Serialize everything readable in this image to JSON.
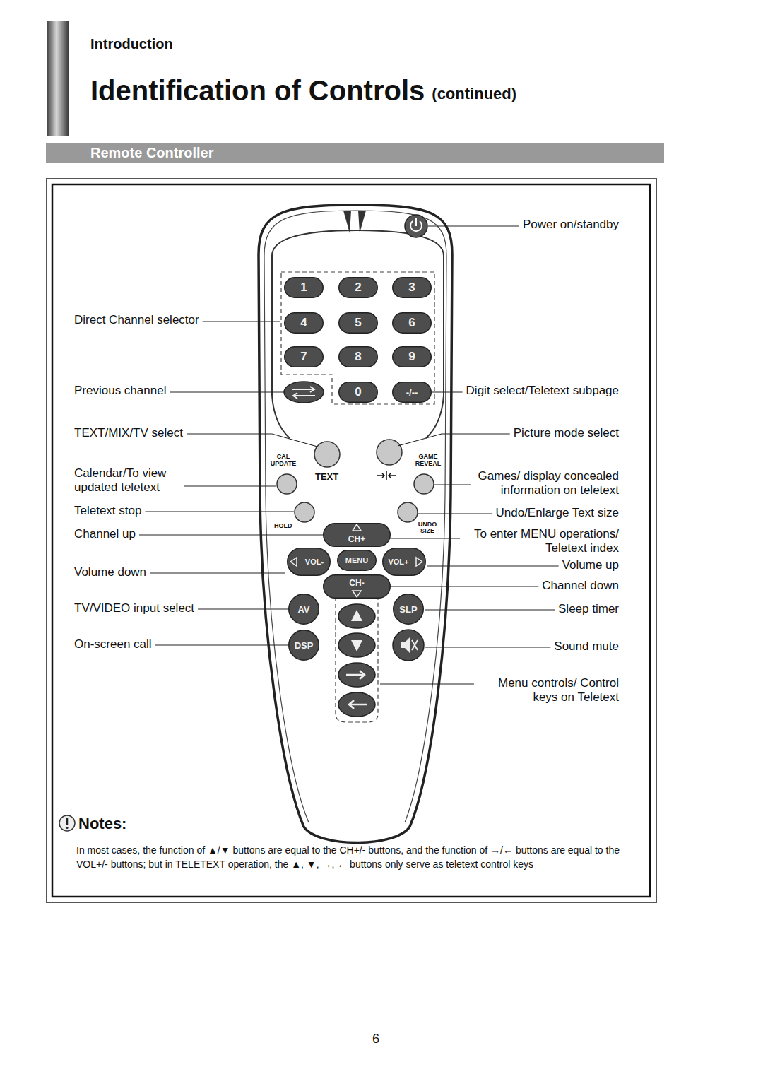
{
  "diagram": {
    "title": "Identification of Controls",
    "nodes": [
      {
        "text": [
          "Remote Controller"
        ]
      },
      {
        "text": [
          "1"
        ]
      },
      {
        "text": [
          "2"
        ]
      },
      {
        "text": [
          "3"
        ]
      },
      {
        "text": [
          "4"
        ]
      },
      {
        "text": [
          "5"
        ]
      },
      {
        "text": [
          "6"
        ]
      },
      {
        "text": [
          "7"
        ]
      },
      {
        "text": [
          "8"
        ]
      },
      {
        "text": [
          "9"
        ]
      },
      {
        "text": [
          "0"
        ]
      },
      {
        "text": [
          "-/--"
        ]
      },
      {
        "text": [
          "CH+"
        ]
      },
      {
        "text": [
          "VOL-"
        ]
      },
      {
        "text": [
          "MENU"
        ]
      },
      {
        "text": [
          "VOL+"
        ]
      },
      {
        "text": [
          "CH-"
        ]
      },
      {
        "text": [
          "AV"
        ]
      },
      {
        "text": [
          "SLP"
        ]
      },
      {
        "text": [
          "DSP"
        ]
      }
    ],
    "labels": [
      "Introduction",
      "(continued)",
      "Power on/standby",
      "Direct Channel selector",
      "Previous channel",
      "Digit select/Teletext subpage",
      "TEXT/MIX/TV select",
      "Picture mode select",
      "CAL UPDATE",
      "TEXT",
      "GAME REVEAL",
      "Calendar/To view updated teletext",
      "Games/ display concealed information on teletext",
      "Teletext stop",
      "Undo/Enlarge Text size",
      "HOLD",
      "UNDO SIZE",
      "Channel up",
      "To enter MENU operations/ Teletext index",
      "Volume down",
      "Volume up",
      "Channel down",
      "TV/VIDEO input select",
      "Sleep timer",
      "On-screen call",
      "Sound mute",
      "Menu controls/ Control keys on Teletext",
      "Notes:",
      "In most cases, the function of ▲/▼ buttons are equal to the CH+/- buttons, and the function of →/← buttons are equal to the VOL+/- buttons; but in TELETEXT operation, the ▲, ▼, →, ← buttons only serve as teletext control keys",
      "6"
    ]
  }
}
